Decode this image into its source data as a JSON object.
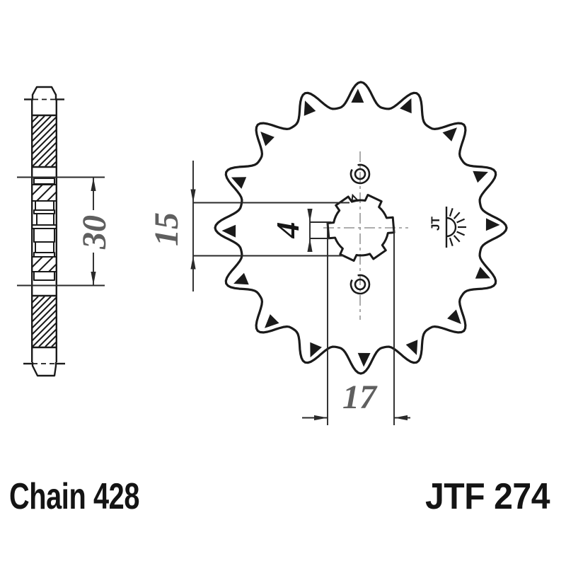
{
  "labels": {
    "chain": "Chain 428",
    "part_number": "JTF 274"
  },
  "dimensions": {
    "hub_length_30": "30",
    "bore_height_15": "15",
    "spline_groove_4": "4",
    "hub_width_17": "17"
  },
  "logo": {
    "text": "JT",
    "icon": "jt-sunburst-logo"
  },
  "drawing": {
    "teeth_count": 16,
    "views": [
      "side-section-view",
      "front-view"
    ]
  },
  "colors": {
    "line": "#1a1a1a",
    "dimension_line": "#2a2a2a",
    "dimension_text": "#5f5f5f",
    "centerline": "#949494",
    "background": "#ffffff"
  }
}
